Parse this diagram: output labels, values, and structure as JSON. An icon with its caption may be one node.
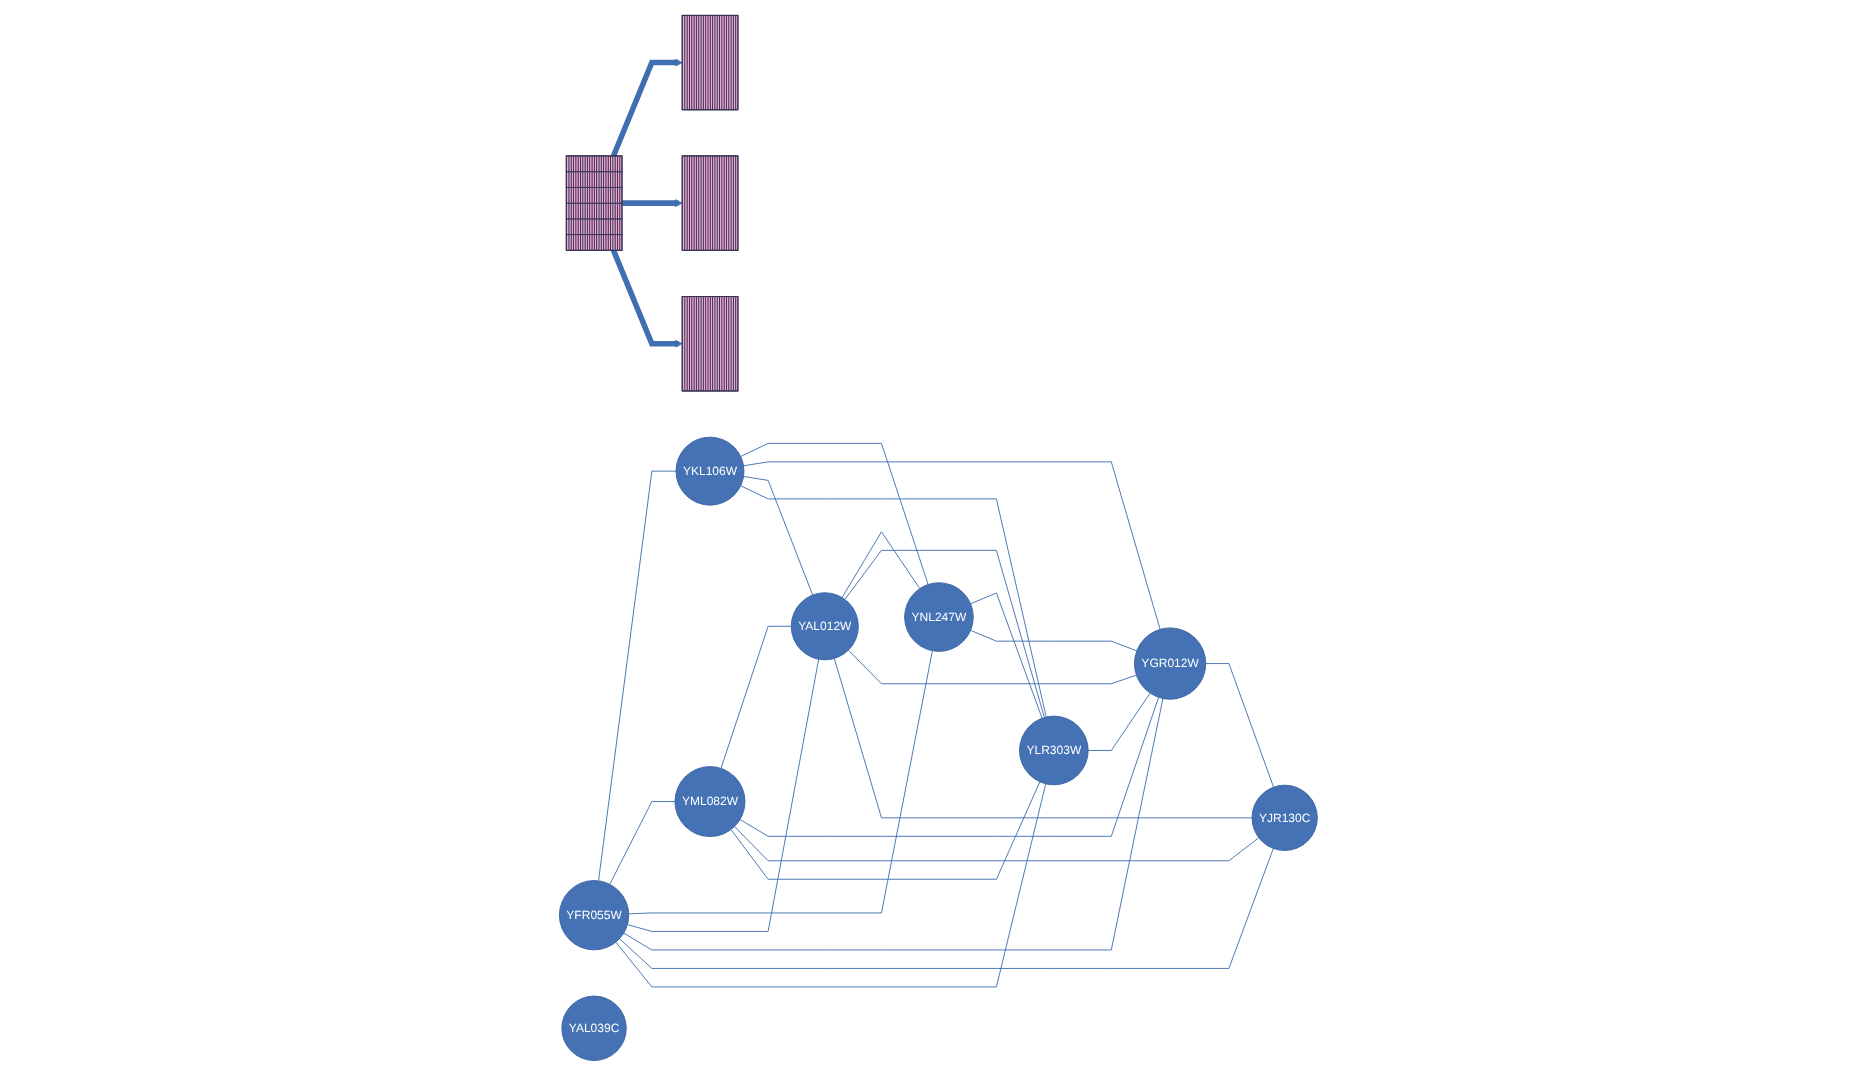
{
  "diagram": {
    "nodes": [
      {
        "text": [],
        "shape": "picture"
      },
      {
        "text": [],
        "shape": "picture"
      },
      {
        "text": [
          "YFR055W"
        ]
      },
      {
        "text": [
          "YKL106W"
        ]
      },
      {
        "text": [
          "YML082W"
        ]
      },
      {
        "text": [
          "YAL012W"
        ]
      },
      {
        "text": [
          "YNL247W"
        ]
      },
      {
        "text": [
          "YLR303W"
        ]
      },
      {
        "text": [
          "YGR012W"
        ]
      },
      {
        "text": [
          "YJR130C"
        ]
      },
      {
        "text": [
          "YAL039C"
        ]
      },
      {
        "text": [],
        "shape": "picture"
      },
      {
        "text": [],
        "shape": "picture"
      }
    ],
    "edges": [
      {
        "from": 0,
        "to": 1,
        "arrow": "to",
        "style": "thick"
      },
      {
        "from": 0,
        "to": 11,
        "arrow": "to",
        "style": "thick"
      },
      {
        "from": 0,
        "to": 12,
        "arrow": "to",
        "style": "thick"
      },
      {
        "from": 2,
        "to": 3,
        "arrow": "none"
      },
      {
        "from": 2,
        "to": 4,
        "arrow": "none"
      },
      {
        "from": 2,
        "to": 6,
        "arrow": "none"
      },
      {
        "from": 2,
        "to": 5,
        "arrow": "none"
      },
      {
        "from": 2,
        "to": 8,
        "arrow": "none"
      },
      {
        "from": 2,
        "to": 9,
        "arrow": "none"
      },
      {
        "from": 2,
        "to": 7,
        "arrow": "none"
      },
      {
        "from": 3,
        "to": 6,
        "arrow": "none"
      },
      {
        "from": 3,
        "to": 8,
        "arrow": "none"
      },
      {
        "from": 3,
        "to": 5,
        "arrow": "none"
      },
      {
        "from": 3,
        "to": 7,
        "arrow": "none"
      },
      {
        "from": 4,
        "to": 5,
        "arrow": "none"
      },
      {
        "from": 4,
        "to": 8,
        "arrow": "none"
      },
      {
        "from": 4,
        "to": 9,
        "arrow": "none"
      },
      {
        "from": 4,
        "to": 7,
        "arrow": "none"
      },
      {
        "from": 5,
        "to": 6,
        "arrow": "none"
      },
      {
        "from": 5,
        "to": 7,
        "arrow": "none"
      },
      {
        "from": 5,
        "to": 8,
        "arrow": "none"
      },
      {
        "from": 5,
        "to": 9,
        "arrow": "none"
      },
      {
        "from": 6,
        "to": 7,
        "arrow": "none"
      },
      {
        "from": 6,
        "to": 8,
        "arrow": "none"
      },
      {
        "from": 7,
        "to": 8,
        "arrow": "none"
      },
      {
        "from": 8,
        "to": 9,
        "arrow": "none"
      }
    ]
  }
}
